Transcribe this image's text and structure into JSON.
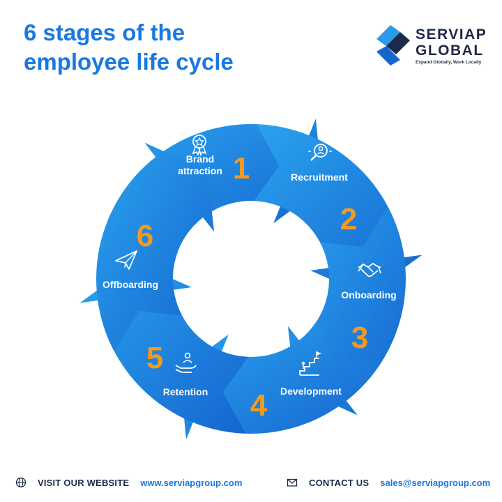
{
  "header": {
    "title_line1": "6 stages of the",
    "title_line2": "employee life cycle"
  },
  "logo": {
    "line1": "SERVIAP",
    "line2": "GLOBAL",
    "tagline": "Expand Globally, Work Locally"
  },
  "stages": [
    {
      "number": "1",
      "label_lines": [
        "Brand",
        "attraction"
      ],
      "icon": "award-badge-icon"
    },
    {
      "number": "2",
      "label_lines": [
        "Recruitment"
      ],
      "icon": "magnifier-person-icon"
    },
    {
      "number": "3",
      "label_lines": [
        "Onboarding"
      ],
      "icon": "handshake-icon"
    },
    {
      "number": "4",
      "label_lines": [
        "Development"
      ],
      "icon": "stairs-flag-icon"
    },
    {
      "number": "5",
      "label_lines": [
        "Retention"
      ],
      "icon": "hand-person-icon"
    },
    {
      "number": "6",
      "label_lines": [
        "Offboarding"
      ],
      "icon": "paper-plane-icon"
    }
  ],
  "colors": {
    "title": "#1a78e0",
    "arrow_light": "#2aa3ee",
    "arrow_dark": "#1565cf",
    "number": "#f39a1e",
    "logo_navy": "#1b2a4a"
  },
  "footer": {
    "website_label": "VISIT OUR WEBSITE",
    "website_url": "www.serviapgroup.com",
    "contact_label": "CONTACT US",
    "contact_email": "sales@serviapgroup.com"
  }
}
